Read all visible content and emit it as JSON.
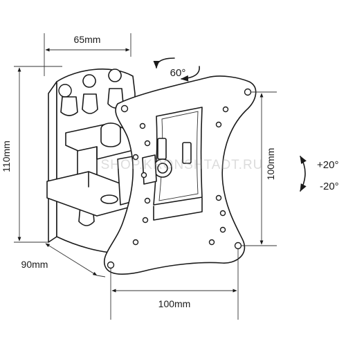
{
  "dimensions": {
    "wall_plate_width": "65mm",
    "height": "110mm",
    "depth": "90mm",
    "vesa_vertical": "100mm",
    "vesa_horizontal": "100mm"
  },
  "rotation": {
    "swivel": "60°"
  },
  "tilt": {
    "up": "+20°",
    "down": "-20°"
  },
  "watermark": "SHOP.KRONSHTADT.RU"
}
